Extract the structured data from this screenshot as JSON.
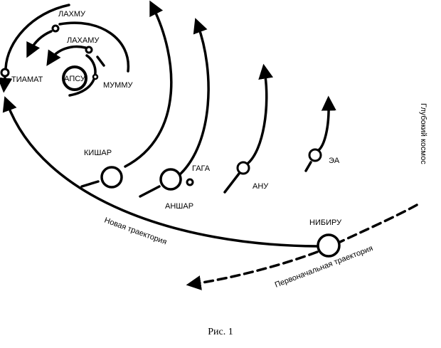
{
  "bodies": {
    "lahmu": "ЛАХМУ",
    "lahamu": "ЛАХАМУ",
    "tiamat": "ТИАМАТ",
    "apsu": "АПСУ",
    "mummu": "МУММУ",
    "kishar": "КИШАР",
    "anshar": "АНШАР",
    "gaga": "ГАГА",
    "anu": "АНУ",
    "ea": "ЭА",
    "nibiru": "НИБИРУ"
  },
  "trajectories": {
    "new": "Новая траектория",
    "original": "Первоначальная траектория"
  },
  "deep_space": "Глубокий космос",
  "caption": "Рис. 1"
}
